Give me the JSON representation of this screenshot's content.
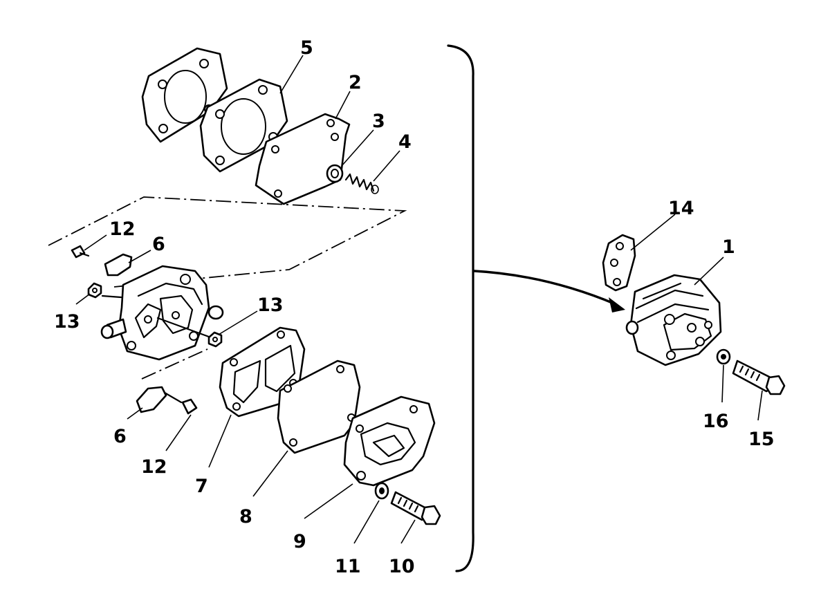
{
  "callouts": {
    "c1": "1",
    "c2": "2",
    "c3": "3",
    "c4": "4",
    "c5": "5",
    "c6a": "6",
    "c6b": "6",
    "c7": "7",
    "c8": "8",
    "c9": "9",
    "c10": "10",
    "c11": "11",
    "c12a": "12",
    "c12b": "12",
    "c13a": "13",
    "c13b": "13",
    "c14": "14",
    "c15": "15",
    "c16": "16"
  }
}
